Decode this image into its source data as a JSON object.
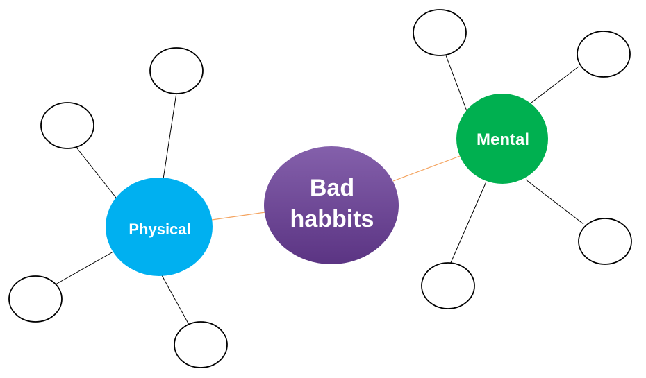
{
  "diagram": {
    "center": {
      "label_line1": "Bad",
      "label_line2": "habbits",
      "color": "#6b3f92"
    },
    "physical": {
      "label": "Physical",
      "color": "#00b0f0"
    },
    "mental": {
      "label": "Mental",
      "color": "#00b050"
    },
    "connector_color": "#f4a460",
    "spoke_color": "#000000",
    "empty_node_count_physical": 4,
    "empty_node_count_mental": 4
  }
}
